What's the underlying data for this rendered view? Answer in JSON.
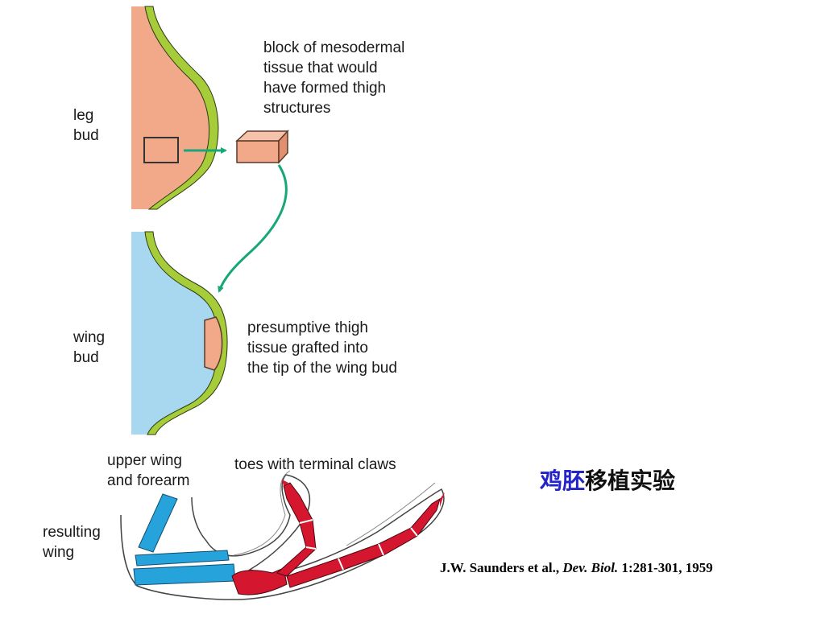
{
  "labels": {
    "leg_bud": "leg\nbud",
    "block_of_mesoderm": "block of mesodermal\ntissue that would\nhave formed thigh\nstructures",
    "wing_bud": "wing\nbud",
    "presumptive_thigh": "presumptive thigh\ntissue grafted into\nthe tip of the wing bud",
    "upper_wing_forearm": "upper wing\nand forearm",
    "toes_with_claws": "toes with terminal claws",
    "resulting_wing": "resulting\nwing"
  },
  "title": {
    "part1": "鸡胚",
    "part2": "移植实验"
  },
  "citation": {
    "authors": "J.W. Saunders et al., ",
    "journal": "Dev. Biol.",
    "details": " 1:281-301, 1959"
  },
  "colors": {
    "bud_tissue": "#f2a98a",
    "ectoderm": "#a6cc3a",
    "wing_bud": "#a7d8f0",
    "arrow": "#17a779",
    "wing_bone": "#27a3dc",
    "toe_bone": "#d4162e",
    "title_part1": "#2424c8",
    "title_part2": "#111111"
  }
}
